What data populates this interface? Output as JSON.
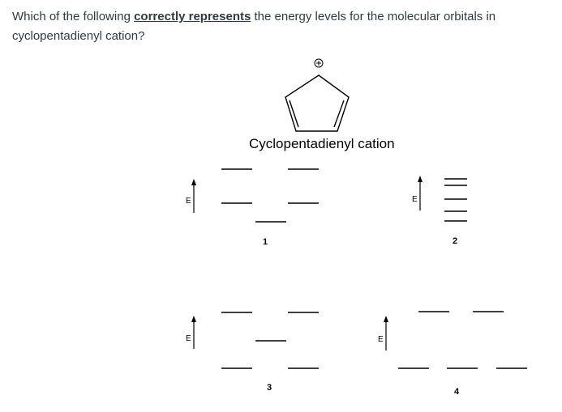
{
  "question": {
    "before": "Which of the following ",
    "emphasis": "correctly represents",
    "after": " the energy levels for the molecular orbitals in cyclopentadienyl cation?"
  },
  "structure": {
    "label": "Cyclopentadienyl cation",
    "charge_symbol": "+"
  },
  "axis_label": "E",
  "options": [
    {
      "number": "1"
    },
    {
      "number": "2"
    },
    {
      "number": "3"
    },
    {
      "number": "4"
    }
  ]
}
